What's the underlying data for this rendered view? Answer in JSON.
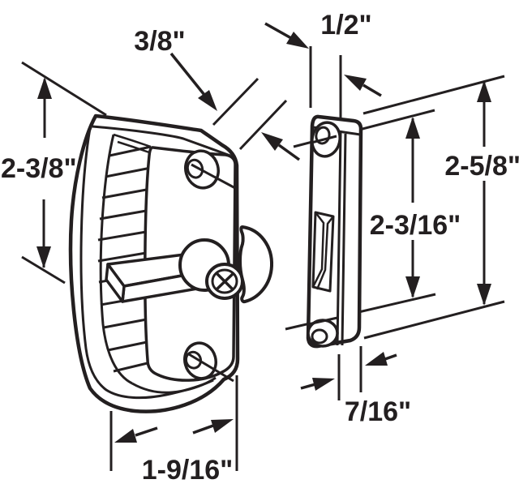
{
  "diagram": {
    "description": "Black-and-white technical line drawing of a sliding screen door latch handle (left) and a strike plate keeper (right) with dimension callouts",
    "ink_color": "#231f20",
    "background_color": "#ffffff",
    "parts": [
      {
        "name": "latch-handle"
      },
      {
        "name": "strike-plate"
      }
    ],
    "dimension_labels": [
      {
        "id": "dim-top-left",
        "text": "3/8\""
      },
      {
        "id": "dim-top-right",
        "text": "1/2\""
      },
      {
        "id": "dim-left",
        "text": "2-3/8\""
      },
      {
        "id": "dim-right",
        "text": "2-5/8\""
      },
      {
        "id": "dim-middle-right",
        "text": "2-3/16\""
      },
      {
        "id": "dim-bottom-left",
        "text": "1-9/16\""
      },
      {
        "id": "dim-bottom-right",
        "text": "7/16\""
      }
    ]
  }
}
